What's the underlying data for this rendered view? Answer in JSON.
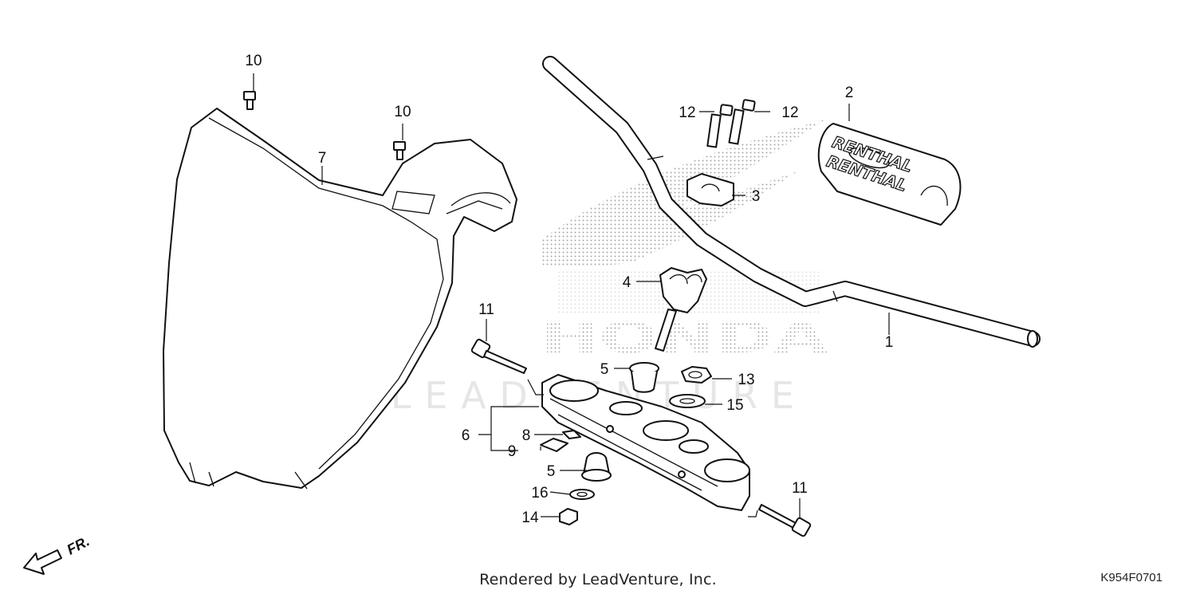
{
  "diagram": {
    "footer": "Rendered by LeadVenture, Inc.",
    "diagram_code": "K954F0701",
    "direction_label": "FR.",
    "logo_text": "HONDA",
    "watermark_text": "LEADVENTURE",
    "grip_logo_text": "RENTHAL",
    "callouts": {
      "c1": "1",
      "c2": "2",
      "c3": "3",
      "c4": "4",
      "c5a": "5",
      "c5b": "5",
      "c6": "6",
      "c7": "7",
      "c8": "8",
      "c9": "9",
      "c10a": "10",
      "c10b": "10",
      "c11a": "11",
      "c11b": "11",
      "c12a": "12",
      "c12b": "12",
      "c13": "13",
      "c14": "14",
      "c15": "15",
      "c16": "16"
    }
  }
}
